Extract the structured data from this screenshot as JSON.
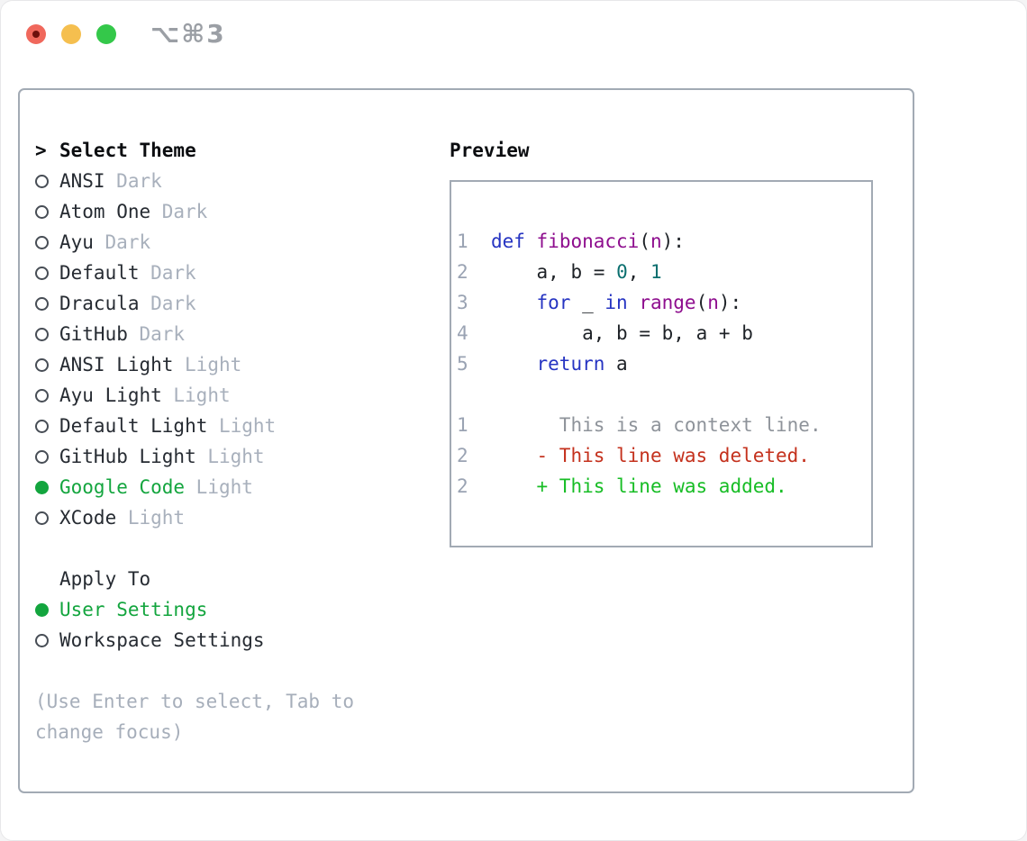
{
  "window": {
    "shortcut": "⌥⌘3"
  },
  "colors": {
    "accent_green": "#13a53e",
    "keyword_blue": "#2634c2",
    "function_magenta": "#8e0e8e",
    "number_teal": "#0b6f6f",
    "diff_deleted_red": "#c4311d",
    "diff_added_green": "#17bd25",
    "muted_gray": "#a8b0bc",
    "border_gray": "#a2aab4"
  },
  "theme_picker": {
    "prompt": ">",
    "header": "Select Theme",
    "items": [
      {
        "name": "ANSI",
        "tag": "Dark",
        "selected": false
      },
      {
        "name": "Atom One",
        "tag": "Dark",
        "selected": false
      },
      {
        "name": "Ayu",
        "tag": "Dark",
        "selected": false
      },
      {
        "name": "Default",
        "tag": "Dark",
        "selected": false
      },
      {
        "name": "Dracula",
        "tag": "Dark",
        "selected": false
      },
      {
        "name": "GitHub",
        "tag": "Dark",
        "selected": false
      },
      {
        "name": "ANSI Light",
        "tag": "Light",
        "selected": false
      },
      {
        "name": "Ayu Light",
        "tag": "Light",
        "selected": false
      },
      {
        "name": "Default Light",
        "tag": "Light",
        "selected": false
      },
      {
        "name": "GitHub Light",
        "tag": "Light",
        "selected": false
      },
      {
        "name": "Google Code",
        "tag": "Light",
        "selected": true
      },
      {
        "name": "XCode",
        "tag": "Light",
        "selected": false
      }
    ]
  },
  "apply_to": {
    "header": "Apply To",
    "options": [
      {
        "name": "User Settings",
        "selected": true
      },
      {
        "name": "Workspace Settings",
        "selected": false
      }
    ]
  },
  "help": {
    "lines": [
      "(Use Enter to select, Tab to",
      "change focus)"
    ]
  },
  "preview": {
    "header": "Preview",
    "code_lines": [
      {
        "num": "1",
        "tokens": [
          {
            "t": "def",
            "c": "kw"
          },
          {
            "t": " ",
            "c": "pl"
          },
          {
            "t": "fibonacci",
            "c": "fn"
          },
          {
            "t": "(",
            "c": "pl"
          },
          {
            "t": "n",
            "c": "fn"
          },
          {
            "t": "):",
            "c": "pl"
          }
        ]
      },
      {
        "num": "2",
        "tokens": [
          {
            "t": "    ",
            "c": "pl"
          },
          {
            "t": "a",
            "c": "var"
          },
          {
            "t": ", ",
            "c": "pl"
          },
          {
            "t": "b",
            "c": "var"
          },
          {
            "t": " = ",
            "c": "pl"
          },
          {
            "t": "0",
            "c": "num"
          },
          {
            "t": ", ",
            "c": "pl"
          },
          {
            "t": "1",
            "c": "num"
          }
        ]
      },
      {
        "num": "3",
        "tokens": [
          {
            "t": "    ",
            "c": "pl"
          },
          {
            "t": "for",
            "c": "kw"
          },
          {
            "t": " _ ",
            "c": "pl"
          },
          {
            "t": "in",
            "c": "kw"
          },
          {
            "t": " ",
            "c": "pl"
          },
          {
            "t": "range",
            "c": "fn"
          },
          {
            "t": "(",
            "c": "pl"
          },
          {
            "t": "n",
            "c": "fn"
          },
          {
            "t": "):",
            "c": "pl"
          }
        ]
      },
      {
        "num": "4",
        "tokens": [
          {
            "t": "        ",
            "c": "pl"
          },
          {
            "t": "a",
            "c": "var"
          },
          {
            "t": ", ",
            "c": "pl"
          },
          {
            "t": "b",
            "c": "var"
          },
          {
            "t": " = ",
            "c": "pl"
          },
          {
            "t": "b",
            "c": "var"
          },
          {
            "t": ", ",
            "c": "pl"
          },
          {
            "t": "a",
            "c": "var"
          },
          {
            "t": " + ",
            "c": "pl"
          },
          {
            "t": "b",
            "c": "var"
          }
        ]
      },
      {
        "num": "5",
        "tokens": [
          {
            "t": "    ",
            "c": "pl"
          },
          {
            "t": "return",
            "c": "kw"
          },
          {
            "t": " ",
            "c": "pl"
          },
          {
            "t": "a",
            "c": "var"
          }
        ]
      },
      {
        "num": "",
        "tokens": []
      },
      {
        "num": "1",
        "tokens": [
          {
            "t": "      This is a context line.",
            "c": "ctx"
          }
        ]
      },
      {
        "num": "2",
        "tokens": [
          {
            "t": "    - This line was deleted.",
            "c": "del"
          }
        ]
      },
      {
        "num": "2",
        "tokens": [
          {
            "t": "    + This line was added.",
            "c": "add"
          }
        ]
      }
    ]
  }
}
